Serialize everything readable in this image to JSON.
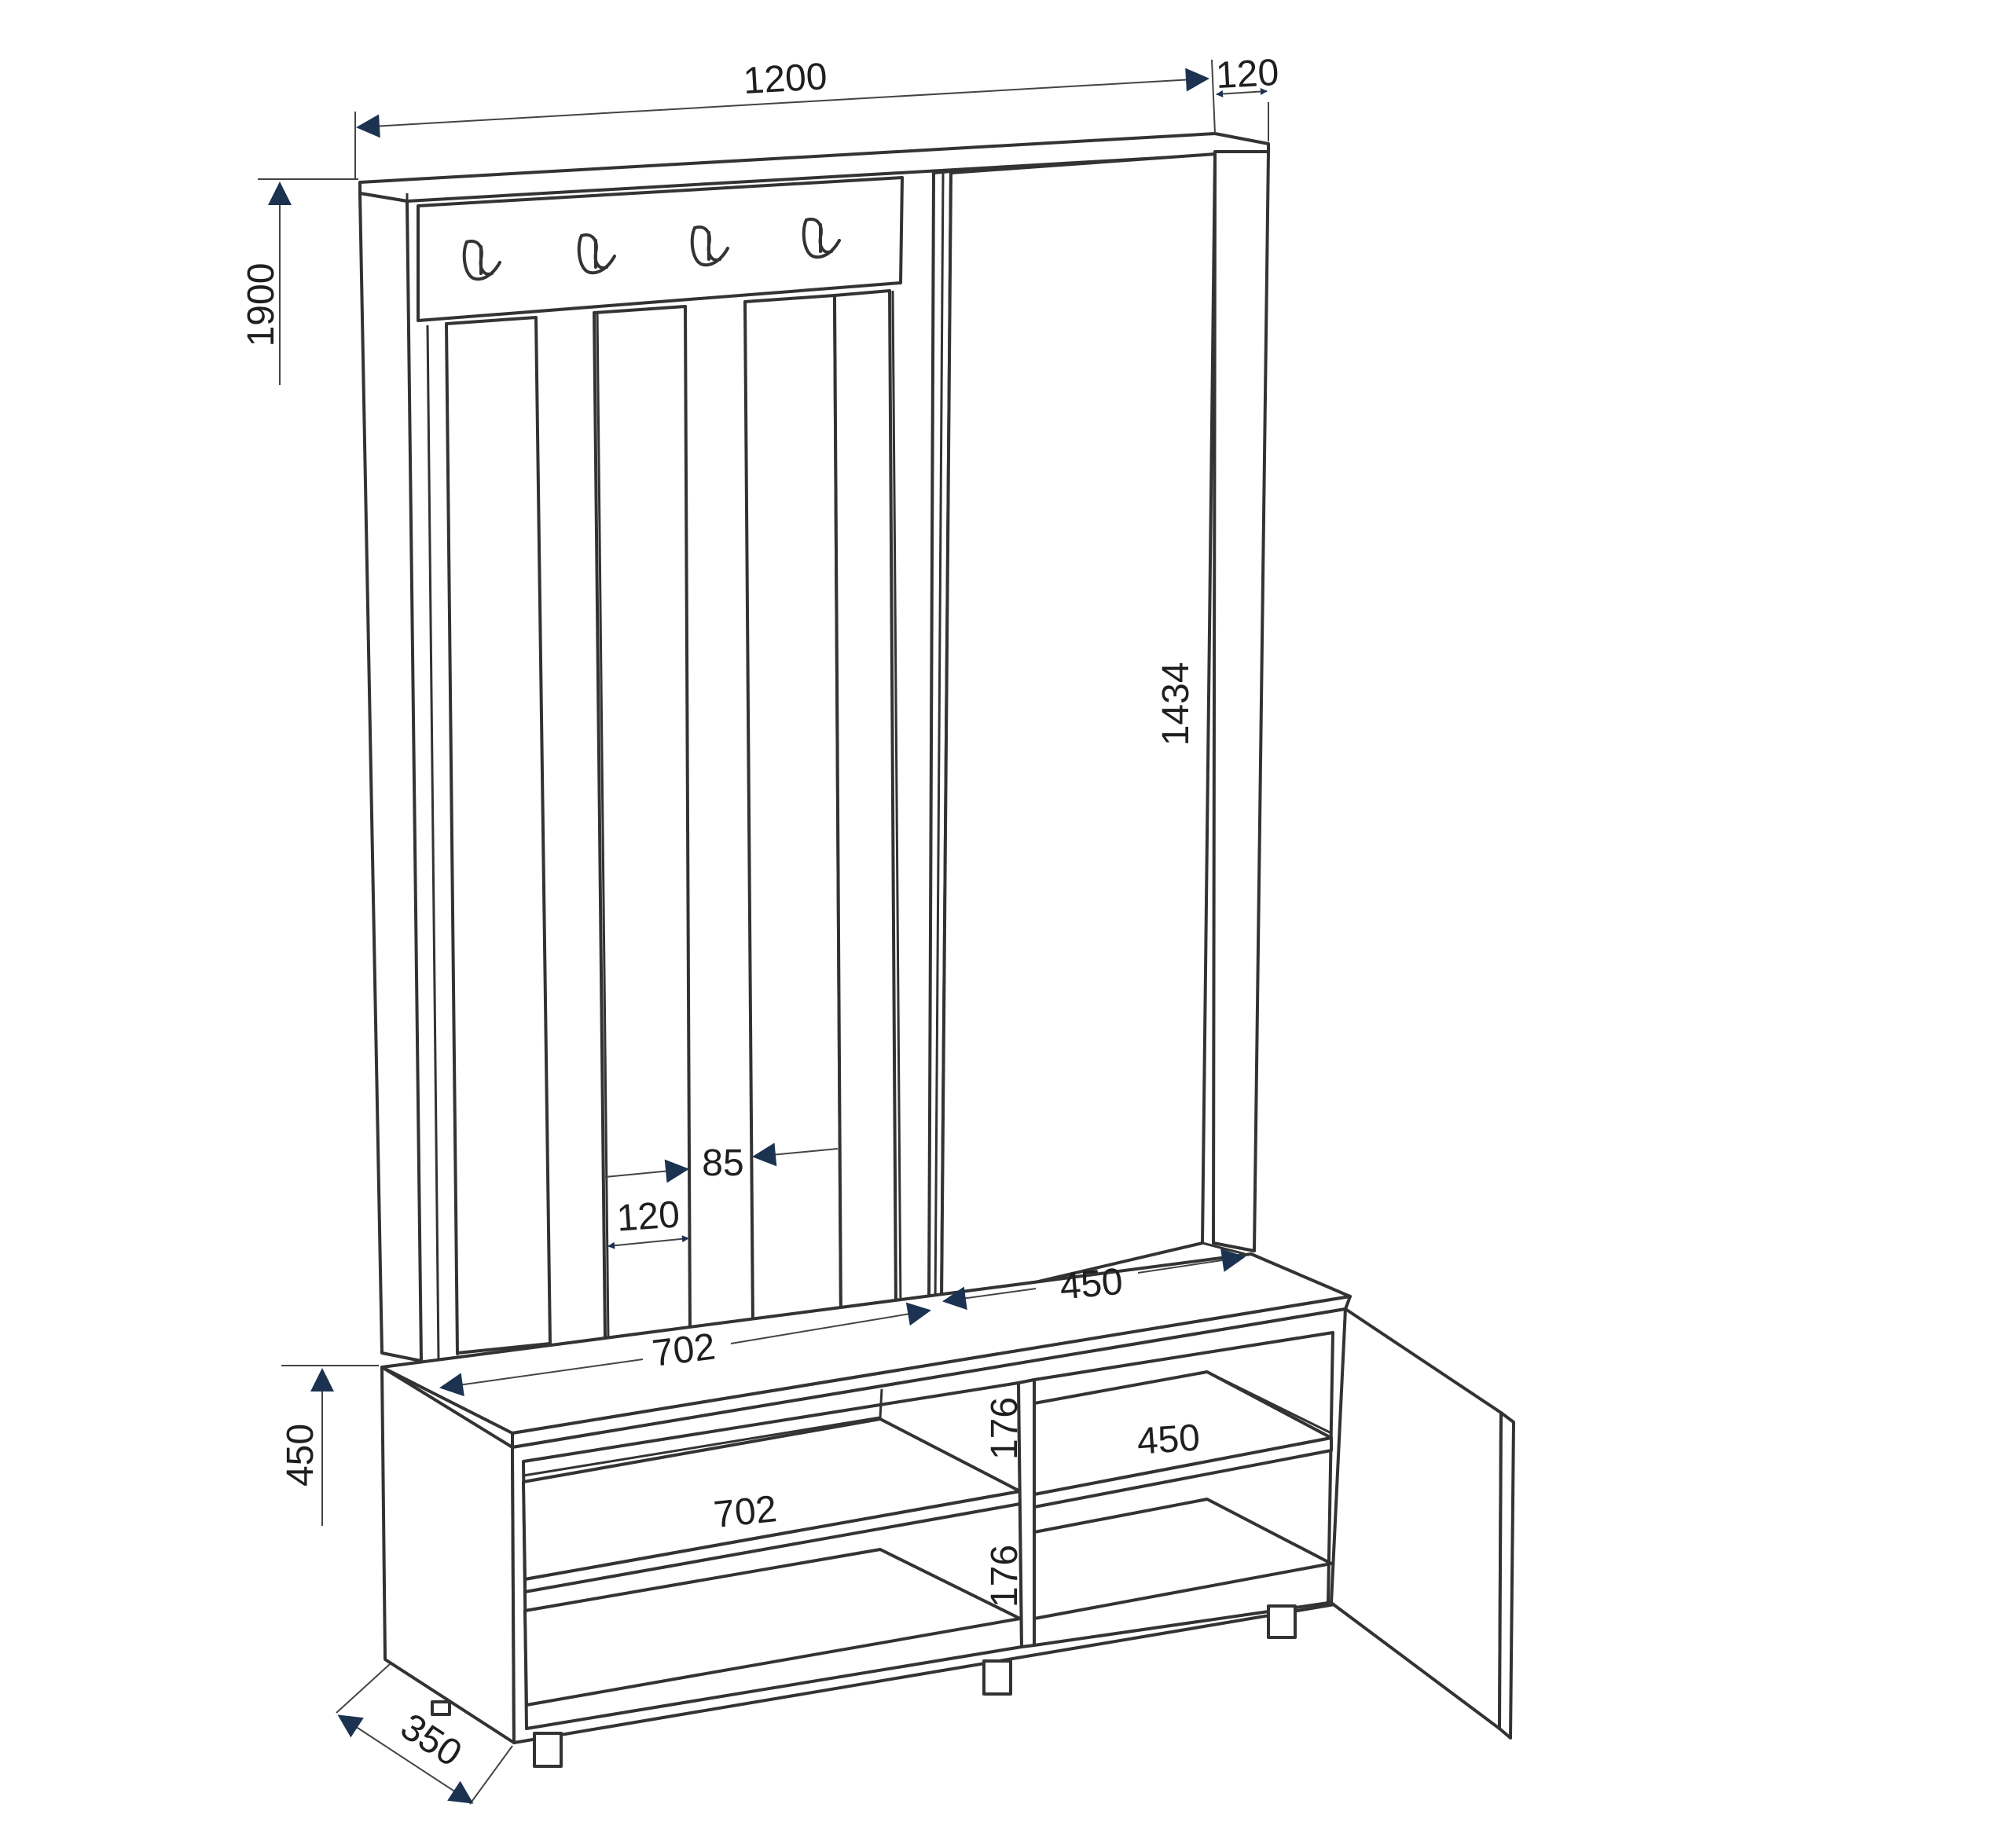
{
  "figure": {
    "subject": "hallway unit with coat hooks, open cabinet and shoe shelves",
    "colors": {
      "line": "#333333",
      "arrow": "#1b3350",
      "text": "#1f1f1f",
      "background": "#ffffff"
    }
  },
  "dimensions": {
    "overall_width": "1200",
    "depth_top": "120",
    "total_height": "1900",
    "cabinet_height": "1434",
    "slat_gap": "85",
    "slat_width": "120",
    "cabinet_seat_width": "450",
    "bench_seat_width": "702",
    "base_height": "450",
    "shelf_height_upper": "176",
    "shelf_height_lower": "176",
    "shelf_width_right": "450",
    "shelf_width_left": "702",
    "base_depth": "350"
  },
  "hooks": [
    {
      "icon": "double-coat-hook-icon"
    },
    {
      "icon": "double-coat-hook-icon"
    },
    {
      "icon": "double-coat-hook-icon"
    },
    {
      "icon": "double-coat-hook-icon"
    }
  ]
}
